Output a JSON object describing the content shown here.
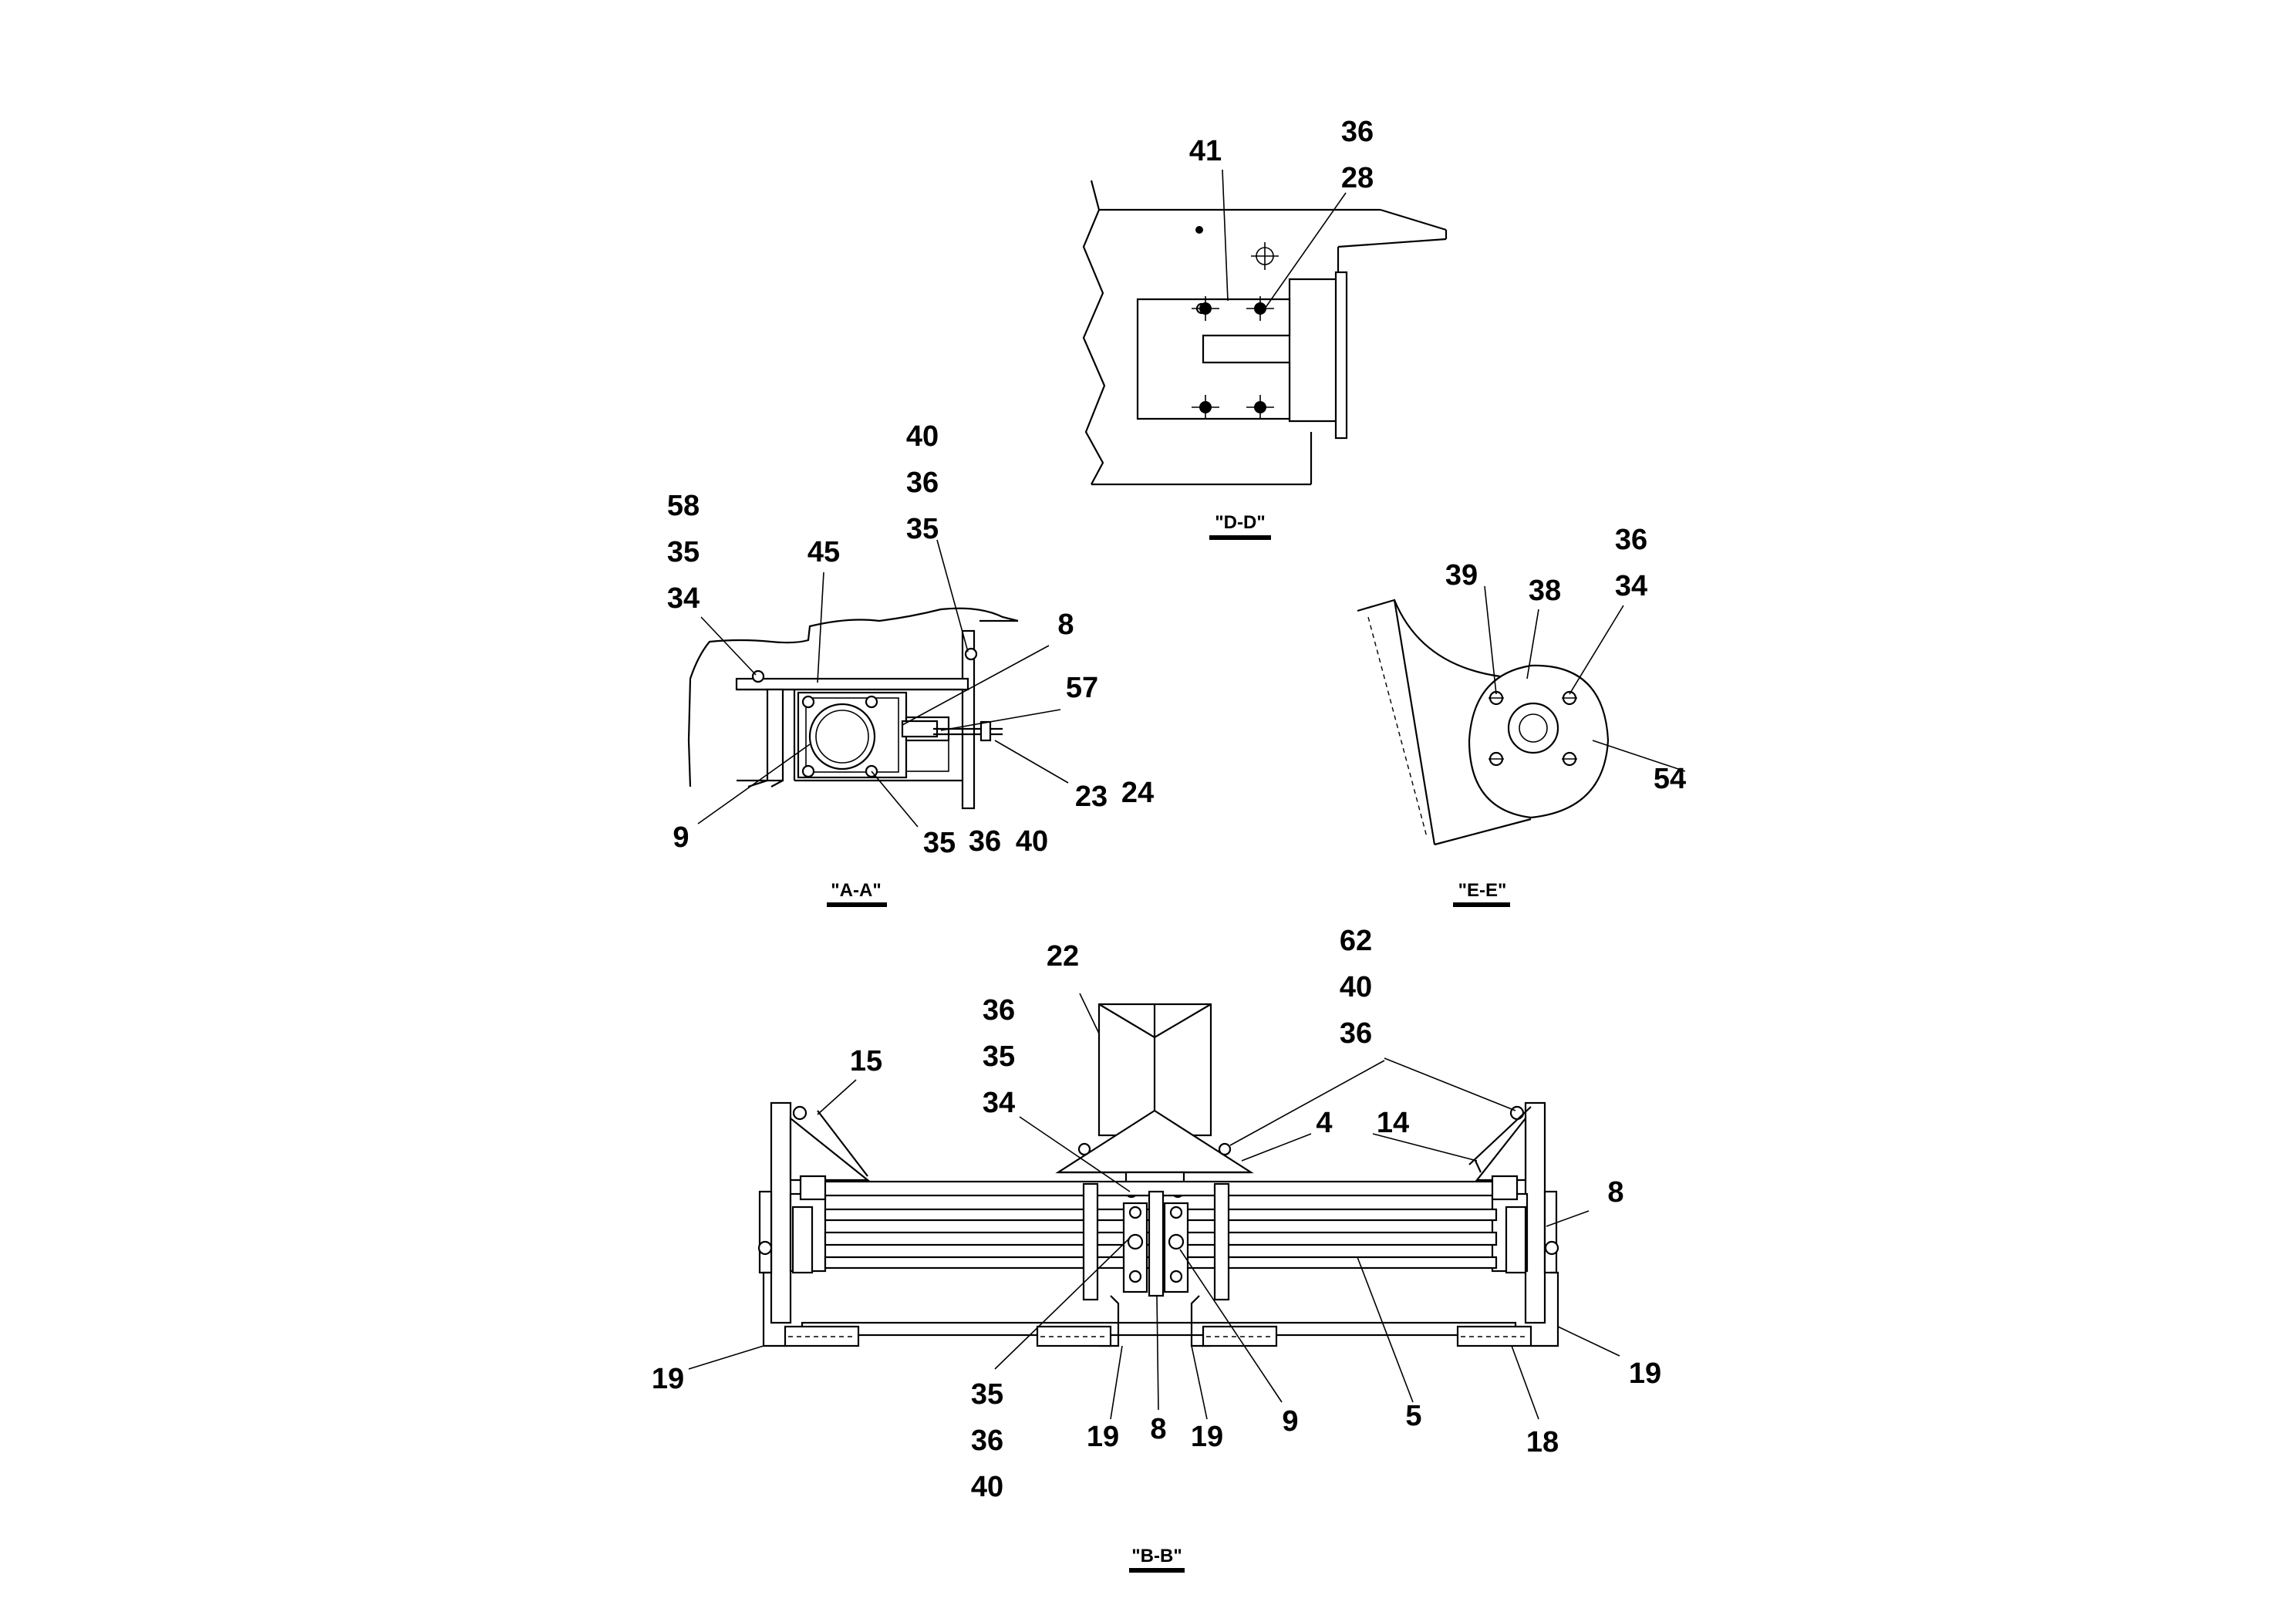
{
  "views": {
    "dd": {
      "title": "\"D-D\"",
      "labels": [
        "41",
        "36",
        "28"
      ]
    },
    "aa": {
      "title": "\"A-A\"",
      "labels": [
        "40",
        "36",
        "35",
        "58",
        "35",
        "34",
        "45",
        "8",
        "57",
        "23",
        "24",
        "9",
        "35",
        "36",
        "40"
      ]
    },
    "ee": {
      "title": "\"E-E\"",
      "labels": [
        "36",
        "34",
        "39",
        "38",
        "54"
      ]
    },
    "bb": {
      "title": "\"B-B\"",
      "labels": [
        "22",
        "62",
        "40",
        "36",
        "36",
        "35",
        "34",
        "15",
        "4",
        "14",
        "8",
        "19",
        "35",
        "36",
        "40",
        "19",
        "8",
        "19",
        "9",
        "5",
        "18",
        "19"
      ]
    }
  }
}
